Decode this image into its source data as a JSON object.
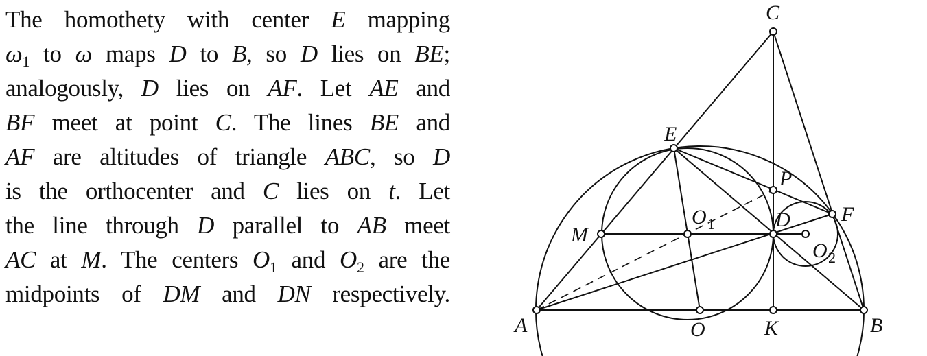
{
  "paragraph": {
    "lines": [
      [
        [
          "The homothety with center ",
          "r"
        ],
        [
          "E",
          "i"
        ],
        [
          " mapping",
          "r"
        ]
      ],
      [
        [
          "ω",
          "i"
        ],
        [
          "1",
          "sub"
        ],
        [
          " to ",
          "r"
        ],
        [
          "ω",
          "i"
        ],
        [
          " maps ",
          "r"
        ],
        [
          "D",
          "i"
        ],
        [
          " to ",
          "r"
        ],
        [
          "B",
          "i"
        ],
        [
          ", so ",
          "r"
        ],
        [
          "D",
          "i"
        ],
        [
          " lies on ",
          "r"
        ],
        [
          "BE",
          "i"
        ],
        [
          ";",
          "r"
        ]
      ],
      [
        [
          "analogously, ",
          "r"
        ],
        [
          "D",
          "i"
        ],
        [
          " lies on ",
          "r"
        ],
        [
          "AF",
          "i"
        ],
        [
          ". Let ",
          "r"
        ],
        [
          "AE",
          "i"
        ],
        [
          " and",
          "r"
        ]
      ],
      [
        [
          "BF",
          "i"
        ],
        [
          " meet at point ",
          "r"
        ],
        [
          "C",
          "i"
        ],
        [
          ". The lines ",
          "r"
        ],
        [
          "BE",
          "i"
        ],
        [
          " and",
          "r"
        ]
      ],
      [
        [
          "AF",
          "i"
        ],
        [
          " are altitudes of triangle ",
          "r"
        ],
        [
          "ABC",
          "i"
        ],
        [
          ", so ",
          "r"
        ],
        [
          "D",
          "i"
        ]
      ],
      [
        [
          "is the orthocenter and ",
          "r"
        ],
        [
          "C",
          "i"
        ],
        [
          " lies on ",
          "r"
        ],
        [
          "t",
          "i"
        ],
        [
          ". Let",
          "r"
        ]
      ],
      [
        [
          "the line through ",
          "r"
        ],
        [
          "D",
          "i"
        ],
        [
          " parallel to ",
          "r"
        ],
        [
          "AB",
          "i"
        ],
        [
          " meet",
          "r"
        ]
      ],
      [
        [
          "AC",
          "i"
        ],
        [
          " at ",
          "r"
        ],
        [
          "M",
          "i"
        ],
        [
          ". The centers ",
          "r"
        ],
        [
          "O",
          "i"
        ],
        [
          "1",
          "sub"
        ],
        [
          " and ",
          "r"
        ],
        [
          "O",
          "i"
        ],
        [
          "2",
          "sub"
        ],
        [
          " are the",
          "r"
        ]
      ],
      [
        [
          "midpoints of ",
          "r"
        ],
        [
          "DM",
          "i"
        ],
        [
          " and ",
          "r"
        ],
        [
          "DN",
          "i"
        ],
        [
          " respectively.",
          "r"
        ]
      ]
    ]
  },
  "figure": {
    "labels": {
      "A": "A",
      "B": "B",
      "C": "C",
      "D": "D",
      "E": "E",
      "F": "F",
      "M": "M",
      "O": "O",
      "K": "K",
      "P": "P",
      "O1": "O",
      "O1_sub": "1",
      "O2": "O",
      "O2_sub": "2"
    }
  }
}
